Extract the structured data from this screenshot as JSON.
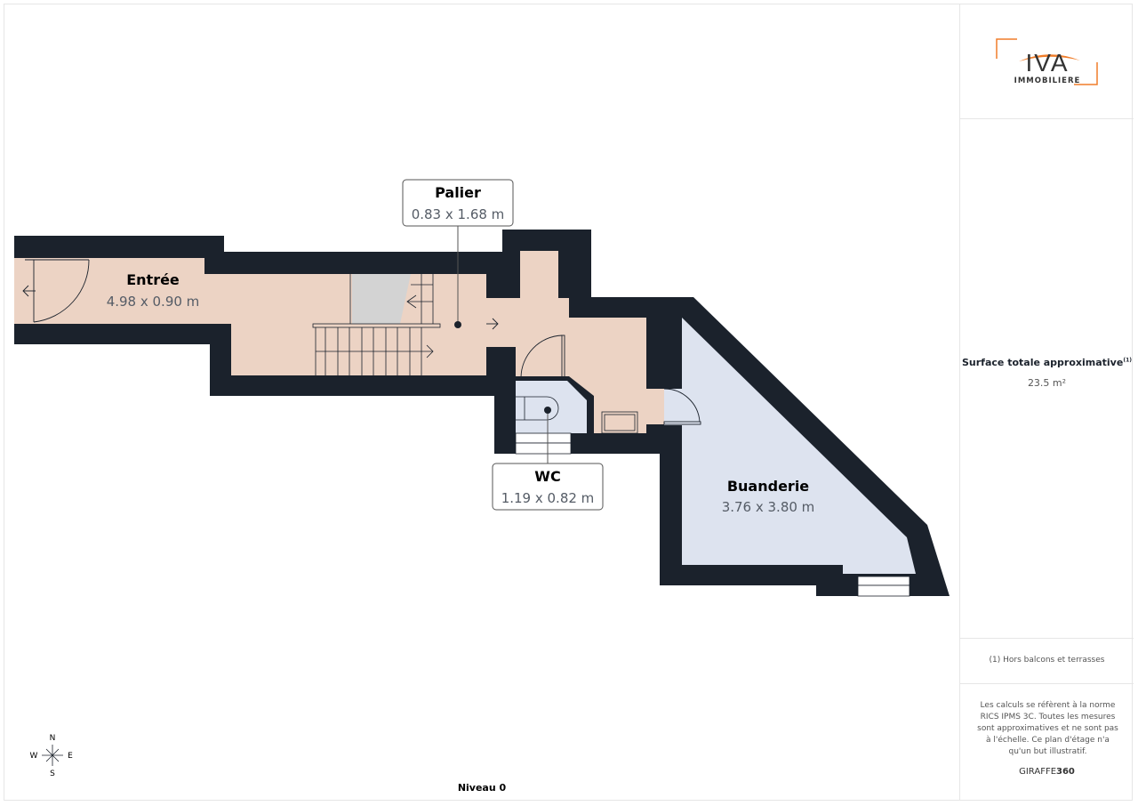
{
  "brand": {
    "logo_letters": "IVA",
    "logo_sub": "IMMOBILIERE",
    "accent": "#f07d2a"
  },
  "rooms": [
    {
      "name": "Entrée",
      "dims": "4.98 x 0.90 m"
    },
    {
      "name": "Palier",
      "dims": "0.83 x 1.68 m"
    },
    {
      "name": "WC",
      "dims": "1.19 x 0.82 m"
    },
    {
      "name": "Buanderie",
      "dims": "3.76 x 3.80 m"
    }
  ],
  "compass": {
    "n": "N",
    "s": "S",
    "e": "E",
    "w": "W"
  },
  "level": "Niveau 0",
  "summary": {
    "title": "Surface totale approximative",
    "sup": "(1)",
    "value": "23.5 m²"
  },
  "footnote": "(1) Hors balcons et terrasses",
  "disclaimer": "Les calculs se réfèrent à la norme RICS IPMS 3C. Toutes les mesures sont approximatives et ne sont pas à l'échelle. Ce plan d'étage n'a qu'un but illustratif.",
  "credit": {
    "a": "GIRAFFE",
    "b": "360"
  },
  "colors": {
    "wall": "#1b222c",
    "warm": "#ecd3c4",
    "cool": "#dde3ef"
  }
}
